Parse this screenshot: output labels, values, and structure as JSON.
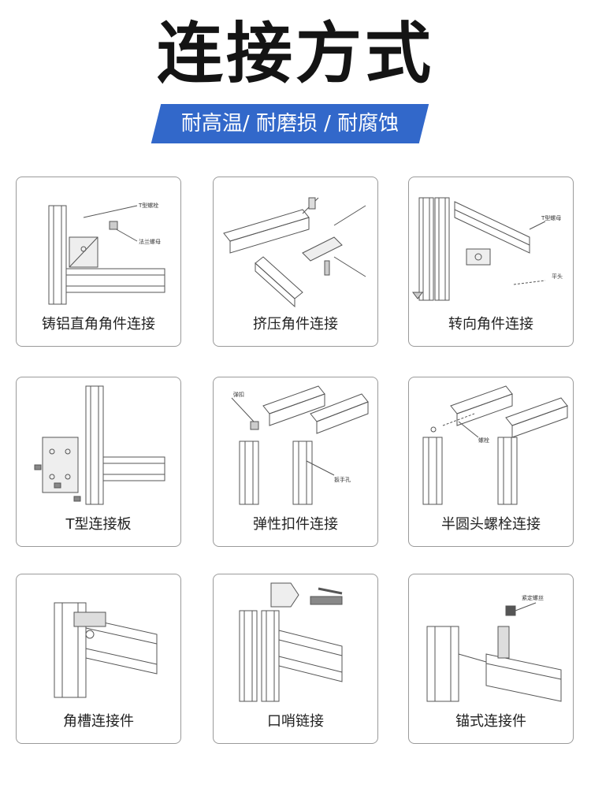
{
  "header": {
    "title": "连接方式",
    "subtitle": "耐高温/ 耐磨损 / 耐腐蚀"
  },
  "colors": {
    "banner": "#3268ca",
    "card_border": "#9a9a9a",
    "text": "#222222"
  },
  "cards": [
    {
      "label": "铸铝直角角件连接",
      "annotations": [
        "T型螺栓",
        "法兰螺母"
      ]
    },
    {
      "label": "挤压角件连接",
      "annotations": []
    },
    {
      "label": "转向角件连接",
      "annotations": [
        "T型螺母",
        "平头"
      ]
    },
    {
      "label": "T型连接板",
      "annotations": []
    },
    {
      "label": "弹性扣件连接",
      "annotations": [
        "弹扣",
        "扳手孔"
      ]
    },
    {
      "label": "半圆头螺栓连接",
      "annotations": [
        "螺栓"
      ]
    },
    {
      "label": "角槽连接件",
      "annotations": []
    },
    {
      "label": "口哨链接",
      "annotations": []
    },
    {
      "label": "锚式连接件",
      "annotations": [
        "紧定螺丝"
      ]
    }
  ]
}
